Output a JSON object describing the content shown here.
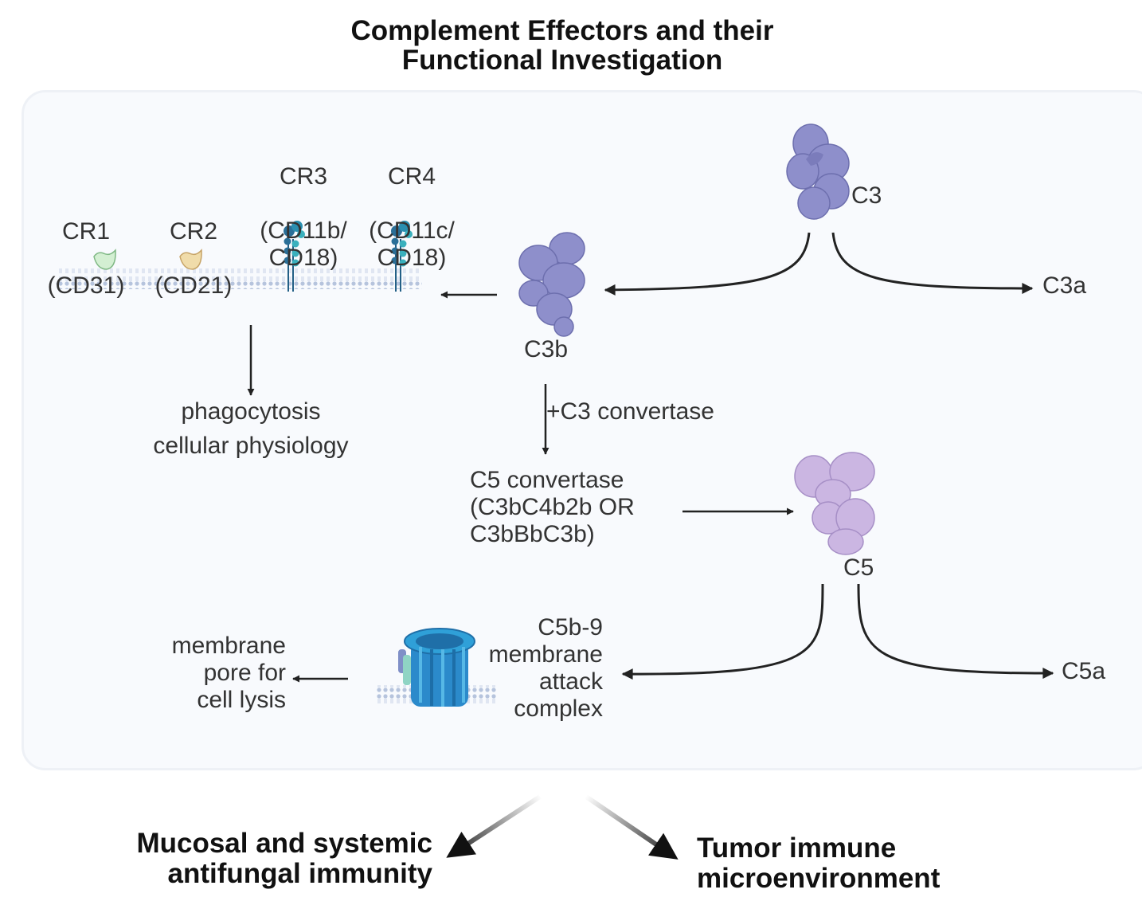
{
  "title": {
    "line1": "Complement Effectors and their",
    "line2": "Functional Investigation"
  },
  "receptors": [
    {
      "name": "CR1",
      "detail": "(CD31)"
    },
    {
      "name": "CR2",
      "detail": "(CD21)"
    },
    {
      "name": "CR3",
      "detail": "(CD11b/\nCD18)"
    },
    {
      "name": "CR4",
      "detail": "(CD11c/\nCD18)"
    }
  ],
  "proteins": {
    "c3": "C3",
    "c3a": "C3a",
    "c3b": "C3b",
    "c5": "C5",
    "c5a": "C5a"
  },
  "outcomes": {
    "phagocytosis": "phagocytosis",
    "physiology": "cellular physiology",
    "c3_convertase": "+C3 convertase",
    "c5_convertase": "C5 convertase\n(C3bC4b2b OR\nC3bBbC3b)",
    "mac": "C5b-9\nmembrane\nattack\ncomplex",
    "lysis": "membrane\npore for\ncell lysis"
  },
  "bottom": {
    "left": "Mucosal and systemic\nantifungal immunity",
    "right": "Tumor immune\nmicroenvironment"
  },
  "colors": {
    "c3_protein": "#8e8fcb",
    "c5_protein": "#c8b2e0",
    "cr1": "#cfeccf",
    "cr2": "#efd9a6",
    "integrin": "#2a7fa6",
    "mac": "#2f8fd0",
    "arrow": "#222222",
    "panel": "#f8fafd"
  }
}
